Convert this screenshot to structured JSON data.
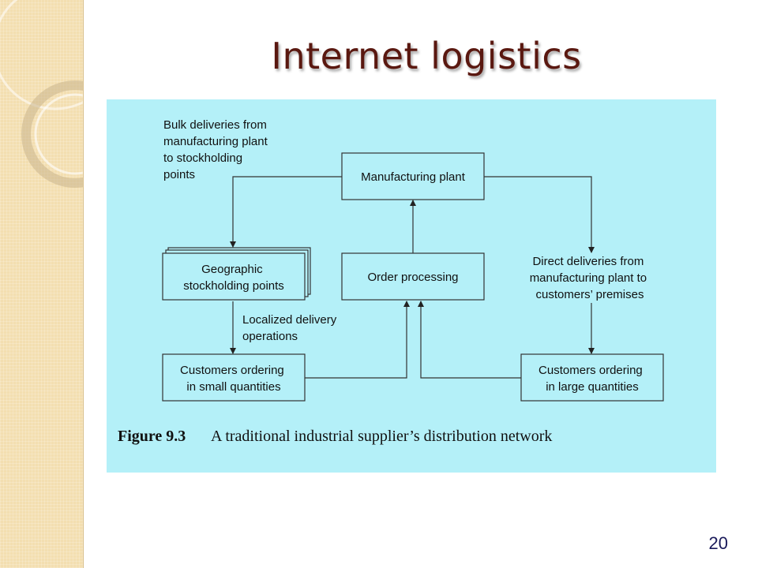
{
  "slide": {
    "title": "Internet logistics",
    "page_number": "20"
  },
  "diagram": {
    "nodes": {
      "manufacturing": "Manufacturing plant",
      "geographic_line1": "Geographic",
      "geographic_line2": "stockholding points",
      "order_processing": "Order processing",
      "small_line1": "Customers ordering",
      "small_line2": "in small quantities",
      "large_line1": "Customers ordering",
      "large_line2": "in large quantities"
    },
    "labels": {
      "bulk_line1": "Bulk deliveries from",
      "bulk_line2": "manufacturing plant",
      "bulk_line3": "to stockholding",
      "bulk_line4": "points",
      "direct_line1": "Direct deliveries from",
      "direct_line2": "manufacturing plant to",
      "direct_line3": "customers’ premises",
      "localized_line1": "Localized delivery",
      "localized_line2": "operations"
    },
    "caption": {
      "number": "Figure 9.3",
      "text": "A traditional industrial supplier’s distribution network"
    }
  }
}
